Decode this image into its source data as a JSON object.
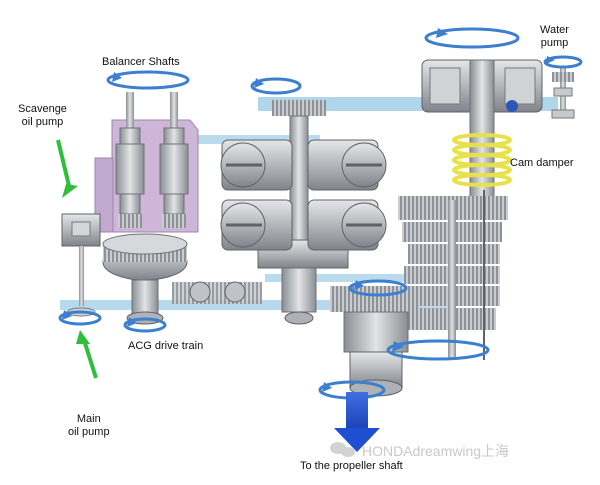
{
  "labels": {
    "balancer": "Balancer Shafts",
    "water_line1": "Water",
    "water_line2": "pump",
    "scavenge_line1": "Scavenge",
    "scavenge_line2": "oil pump",
    "cam_damper": "Cam damper",
    "acg": "ACG drive train",
    "main_line1": "Main",
    "main_line2": "oil pump",
    "propeller": "To the propeller shaft"
  },
  "watermark": "HONDAdreamwing上海",
  "colors": {
    "rotation_arrow": "#3d7fcf",
    "green_arrow": "#2fbf3a",
    "flow_arrow": "#1f4fd1",
    "belt": "#a9d2ea",
    "balancer_housing": "#cdb6d8",
    "metal": "#b9bcc0",
    "spring": "#e7e24a"
  },
  "icons": {
    "watermark": "wechat-icon"
  }
}
